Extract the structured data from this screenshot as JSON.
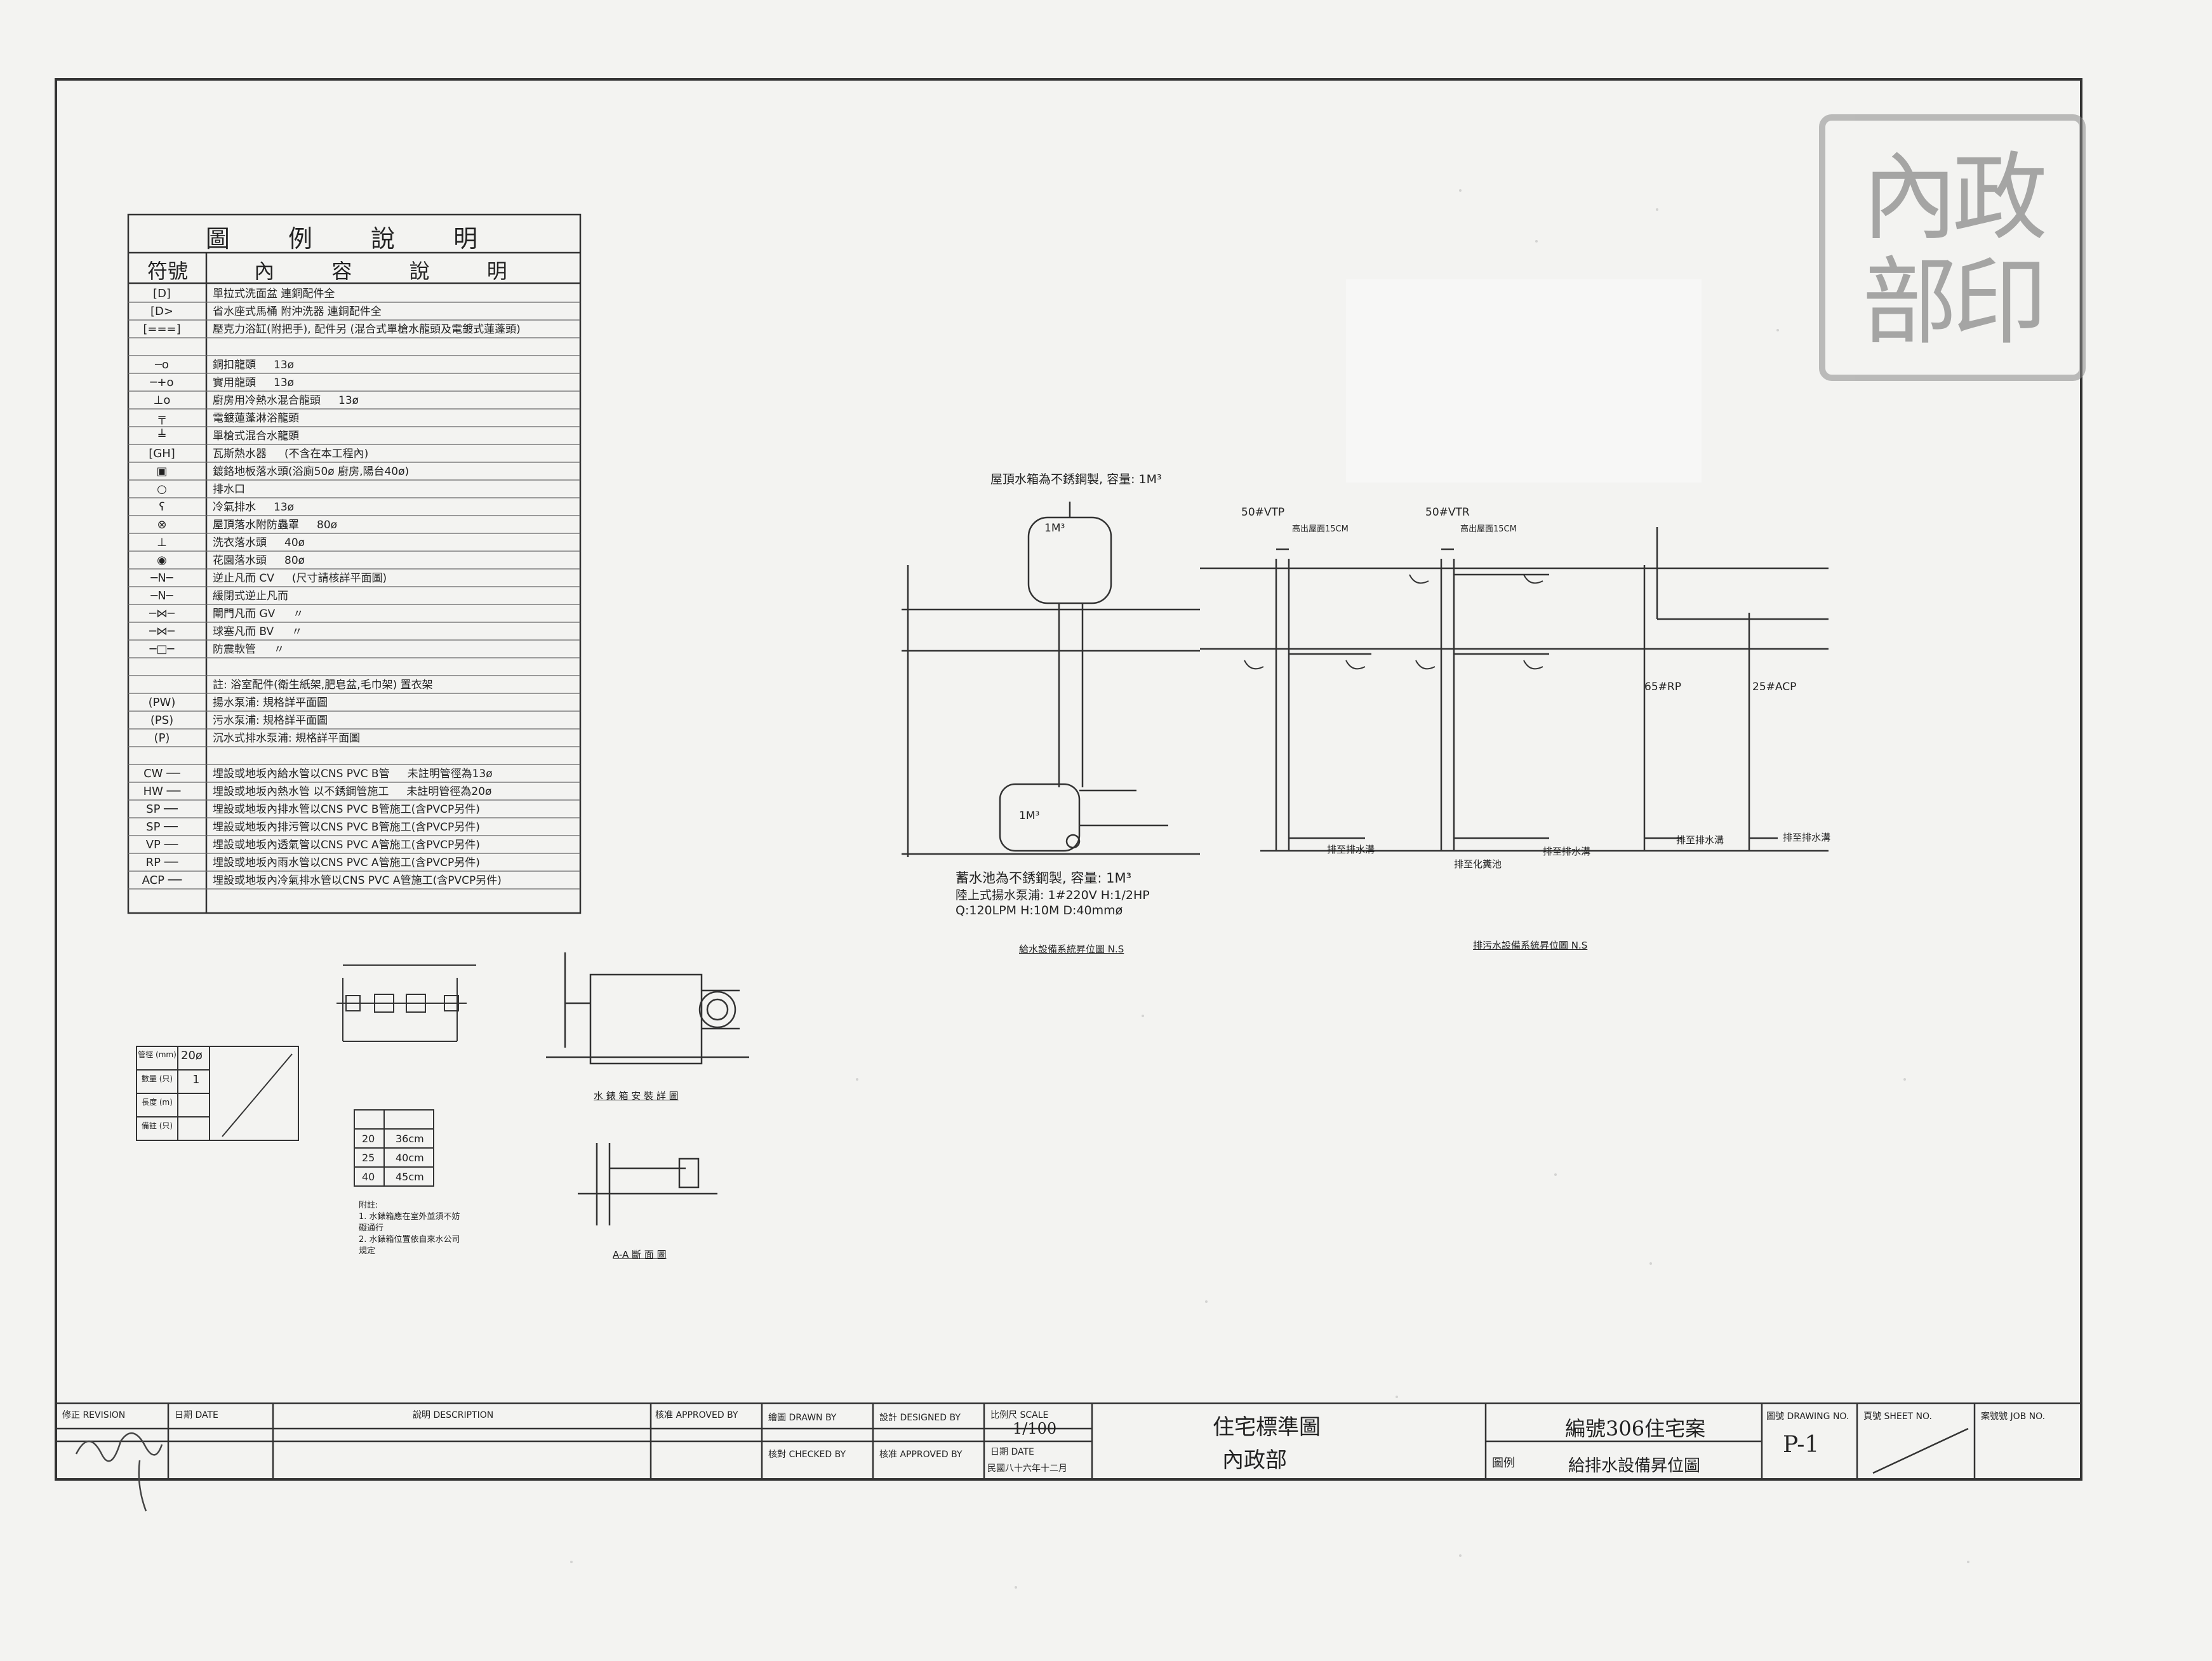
{
  "legend": {
    "title": "圖 例 說 明",
    "col_symbol": "符號",
    "col_desc": "內 容 說 明",
    "rows": [
      {
        "sym": "[D]",
        "text": "單拉式洗面盆 連銅配件全",
        "size": ""
      },
      {
        "sym": "[D>",
        "text": "省水座式馬桶 附沖洗器 連銅配件全",
        "size": ""
      },
      {
        "sym": "[===]",
        "text": "壓克力浴缸(附把手), 配件另 (混合式單槍水龍頭及電鍍式蓮蓬頭)",
        "size": ""
      },
      {
        "sym": "",
        "text": "",
        "size": ""
      },
      {
        "sym": "─o",
        "text": "銅扣龍頭",
        "size": "13ø"
      },
      {
        "sym": "─+o",
        "text": "實用龍頭",
        "size": "13ø"
      },
      {
        "sym": "⊥o",
        "text": "廚房用冷熱水混合龍頭",
        "size": "13ø"
      },
      {
        "sym": "╤",
        "text": "電鍍蓮蓬淋浴龍頭",
        "size": ""
      },
      {
        "sym": "╧",
        "text": "單槍式混合水龍頭",
        "size": ""
      },
      {
        "sym": "[GH]",
        "text": "瓦斯熱水器",
        "size": "(不含在本工程內)"
      },
      {
        "sym": "▣",
        "text": "鍍鉻地板落水頭(浴廁50ø 廚房,陽台40ø)",
        "size": ""
      },
      {
        "sym": "○",
        "text": "排水口",
        "size": ""
      },
      {
        "sym": "ʕ",
        "text": "冷氣排水",
        "size": "13ø"
      },
      {
        "sym": "⊗",
        "text": "屋頂落水附防蟲罩",
        "size": "80ø"
      },
      {
        "sym": "⊥",
        "text": "洗衣落水頭",
        "size": "40ø"
      },
      {
        "sym": "◉",
        "text": "花園落水頭",
        "size": "80ø"
      },
      {
        "sym": "─N─",
        "text": "逆止凡而 CV",
        "size": "(尺寸請核詳平面圖)"
      },
      {
        "sym": "─N─",
        "text": "緩閉式逆止凡而",
        "size": ""
      },
      {
        "sym": "─⋈─",
        "text": "閘門凡而 GV",
        "size": "〃"
      },
      {
        "sym": "─⋈─",
        "text": "球塞凡而 BV",
        "size": "〃"
      },
      {
        "sym": "─□─",
        "text": "防震軟管",
        "size": "〃"
      },
      {
        "sym": "",
        "text": "",
        "size": ""
      },
      {
        "sym": "",
        "text": "註: 浴室配件(衛生紙架,肥皂盆,毛巾架) 置衣架",
        "size": ""
      },
      {
        "sym": "(PW)",
        "text": "揚水泵浦: 規格詳平面圖",
        "size": ""
      },
      {
        "sym": "(PS)",
        "text": "污水泵浦: 規格詳平面圖",
        "size": ""
      },
      {
        "sym": "(P)",
        "text": "沉水式排水泵浦: 規格詳平面圖",
        "size": ""
      },
      {
        "sym": "",
        "text": "",
        "size": ""
      },
      {
        "sym": "CW ──",
        "text": "埋設或地坂內給水管以CNS PVC B管",
        "size": "未註明管徑為13ø"
      },
      {
        "sym": "HW ──",
        "text": "埋設或地坂內熱水管 以不銹鋼管施工",
        "size": "未註明管徑為20ø"
      },
      {
        "sym": "SP ──",
        "text": "埋設或地坂內排水管以CNS PVC B管施工(含PVCP另件)",
        "size": ""
      },
      {
        "sym": "SP ──",
        "text": "埋設或地坂內排污管以CNS PVC B管施工(含PVCP另件)",
        "size": ""
      },
      {
        "sym": "VP ──",
        "text": "埋設或地坂內透氣管以CNS PVC A管施工(含PVCP另件)",
        "size": ""
      },
      {
        "sym": "RP ──",
        "text": "埋設或地坂內雨水管以CNS PVC A管施工(含PVCP另件)",
        "size": ""
      },
      {
        "sym": "ACP ──",
        "text": "埋設或地坂內冷氣排水管以CNS PVC A管施工(含PVCP另件)",
        "size": ""
      }
    ]
  },
  "small_table": {
    "rows": [
      {
        "label": "管徑 (mm)",
        "value": "20ø"
      },
      {
        "label": "數量 (只)",
        "value": "1"
      },
      {
        "label": "長度 (m)",
        "value": ""
      },
      {
        "label": "備註 (只)",
        "value": ""
      }
    ]
  },
  "size_table": {
    "rows": [
      {
        "a": "20",
        "b": "36cm"
      },
      {
        "a": "25",
        "b": "40cm"
      },
      {
        "a": "40",
        "b": "45cm"
      }
    ]
  },
  "notes": {
    "title": "附註:",
    "line1": "1. 水錶箱應在室外並須不妨礙通行",
    "line2": "2. 水錶箱位置依自來水公司規定"
  },
  "details": {
    "meter_box_caption": "水 錶 箱 安 裝 詳 圖",
    "section_caption": "A-A 斷 面 圖"
  },
  "supply_riser": {
    "roof_tank_note": "屋頂水箱為不銹鋼製, 容量: 1M³",
    "roof_tank_label": "1M³",
    "ground_tank_label": "1M³",
    "ground_tank_note": "蓄水池為不銹鋼製, 容量: 1M³",
    "pump_line1": "陸上式揚水泵浦: 1#220V H:1/2HP",
    "pump_line2": "Q:120LPM H:10M D:40mmø",
    "caption": "給水設備系統昇位圖 N.S"
  },
  "drain_riser": {
    "vtp_label": "50#VTP",
    "vtp_note": "高出屋面15CM",
    "vtr_label": "50#VTR",
    "vtr_note": "高出屋面15CM",
    "rp_label": "65#RP",
    "acp_label": "25#ACP",
    "out1": "排至排水溝",
    "out2": "排至化糞池",
    "out3": "排至排水溝",
    "out4": "排至排水溝",
    "out5": "排至排水溝",
    "caption": "排污水設備系統昇位圖 N.S"
  },
  "title_block": {
    "revision": "修正 REVISION",
    "date": "日期 DATE",
    "description": "說明 DESCRIPTION",
    "approved1": "核准 APPROVED BY",
    "drawn": "繪圖 DRAWN BY",
    "designed": "設計 DESIGNED BY",
    "scale_label": "比例尺 SCALE",
    "scale_value": "1/100",
    "checked": "核對 CHECKED BY",
    "approved2": "核准 APPROVED BY",
    "date2_label": "日期 DATE",
    "date2_value": "民國八十六年十二月",
    "project_title": "住宅標準圖",
    "agency": "內政部",
    "case_no": "編號306住宅案",
    "drawing_name_label": "圖例",
    "drawing_name": "給排水設備昇位圖",
    "drawing_no_label": "圖號 DRAWING NO.",
    "drawing_no": "P-1",
    "sheet_no_label": "頁號 SHEET NO.",
    "job_no_label": "案號號 JOB NO."
  },
  "stamp": {
    "text": "內政部印"
  }
}
